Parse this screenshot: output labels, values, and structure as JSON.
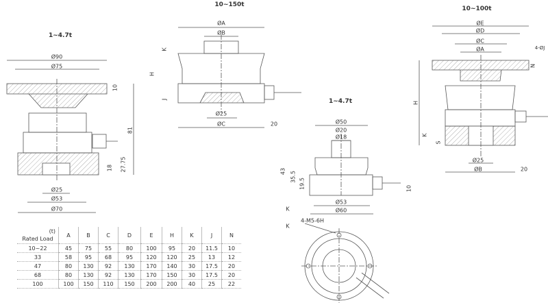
{
  "drawings": [
    {
      "title": "1~4.7t",
      "labels": [
        "Ø90",
        "Ø75",
        "10",
        "81",
        "27.75",
        "18",
        "Ø25",
        "Ø53",
        "Ø70"
      ]
    },
    {
      "title": "10~150t",
      "labels": [
        "ØA",
        "ØB",
        "K",
        "H",
        "J",
        "Ø25",
        "ØC",
        "20"
      ]
    },
    {
      "title": "1~4.7t",
      "labels": [
        "Ø50",
        "Ø20",
        "Ø18",
        "43",
        "35.5",
        "19.5",
        "10",
        "Ø53",
        "Ø60",
        "K"
      ]
    },
    {
      "title": "10~100t",
      "labels": [
        "ØE",
        "ØD",
        "ØC",
        "ØA",
        "4-ØJ",
        "N",
        "H",
        "K",
        "S",
        "Ø25",
        "ØB",
        "20"
      ]
    },
    {
      "title": "",
      "labels": [
        "K",
        "4-M5-6H"
      ]
    }
  ],
  "table": {
    "unit": "(t)",
    "first_header": "Rated Load",
    "columns": [
      "A",
      "B",
      "C",
      "D",
      "E",
      "H",
      "K",
      "J",
      "N"
    ],
    "rows": [
      [
        "10~22",
        "45",
        "75",
        "55",
        "80",
        "100",
        "95",
        "20",
        "11.5",
        "10"
      ],
      [
        "33",
        "58",
        "95",
        "68",
        "95",
        "120",
        "120",
        "25",
        "13",
        "12"
      ],
      [
        "47",
        "80",
        "130",
        "92",
        "130",
        "170",
        "140",
        "30",
        "17.5",
        "20"
      ],
      [
        "68",
        "80",
        "130",
        "92",
        "130",
        "170",
        "150",
        "30",
        "17.5",
        "20"
      ],
      [
        "100",
        "100",
        "150",
        "110",
        "150",
        "200",
        "200",
        "40",
        "25",
        "22"
      ]
    ]
  }
}
